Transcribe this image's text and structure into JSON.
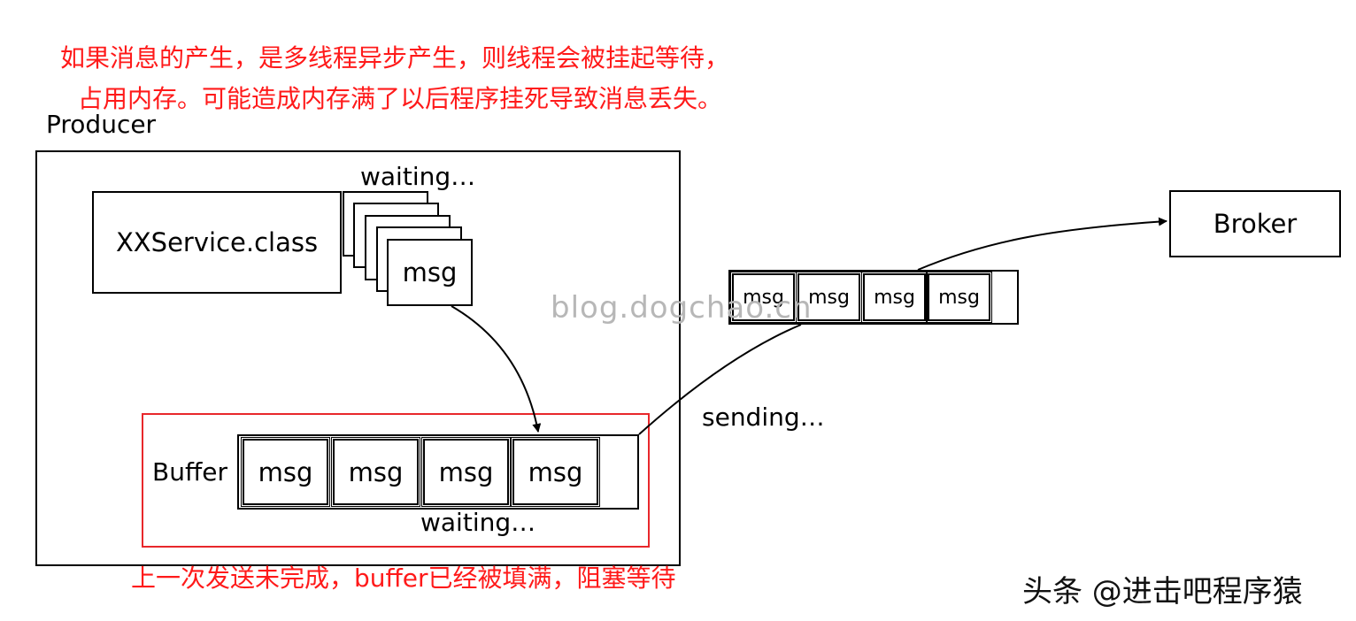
{
  "notes": {
    "top_line1": "如果消息的产生，是多线程异步产生，则线程会被挂起等待，",
    "top_line2": "占用内存。可能造成内存满了以后程序挂死导致消息丢失。",
    "bottom": "上一次发送未完成，buffer已经被填满，阻塞等待"
  },
  "producer": {
    "title": "Producer",
    "service": "XXService.class",
    "waiting_top": "waiting…",
    "stack_msg": "msg",
    "buffer_label": "Buffer",
    "buffer_msgs": [
      "msg",
      "msg",
      "msg",
      "msg"
    ],
    "waiting_buffer": "waiting…"
  },
  "transit": {
    "sending": "sending…",
    "msgs": [
      "msg",
      "msg",
      "msg",
      "msg"
    ]
  },
  "broker": {
    "label": "Broker"
  },
  "watermark": "blog.dogchao.cn",
  "footer": "头条 @进击吧程序猿",
  "colors": {
    "note": "#ff1a1a",
    "buffer_border": "#e8272b",
    "line": "#000000"
  }
}
